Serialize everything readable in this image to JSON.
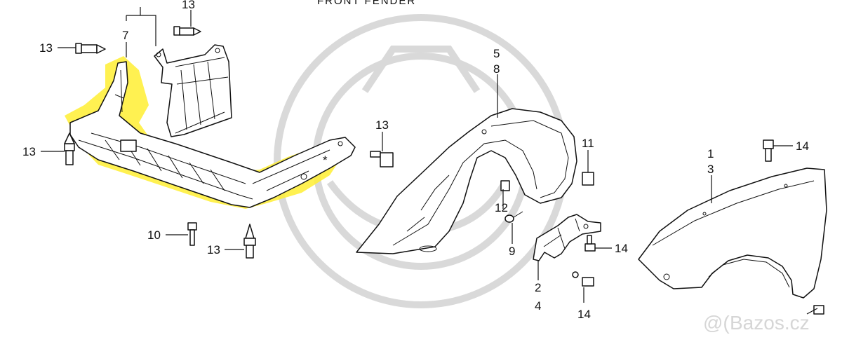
{
  "title": "FRONT FENDER",
  "watermark": "Bazos.cz",
  "colors": {
    "highlight": "#ffef33",
    "line": "#111111",
    "watermark": "#d6d6d6"
  },
  "labels": {
    "c13_top": "13",
    "c7": "7",
    "c13_left": "13",
    "c13_midleft": "13",
    "c10": "10",
    "c13_bottom": "13",
    "c13_center": "13",
    "c5": "5",
    "c8": "8",
    "c12": "12",
    "c9": "9",
    "c11": "11",
    "c2": "2",
    "c4": "4",
    "c14_mid": "14",
    "c14_bottom": "14",
    "c14_top": "14",
    "c1": "1",
    "c3": "3",
    "star": "*"
  }
}
